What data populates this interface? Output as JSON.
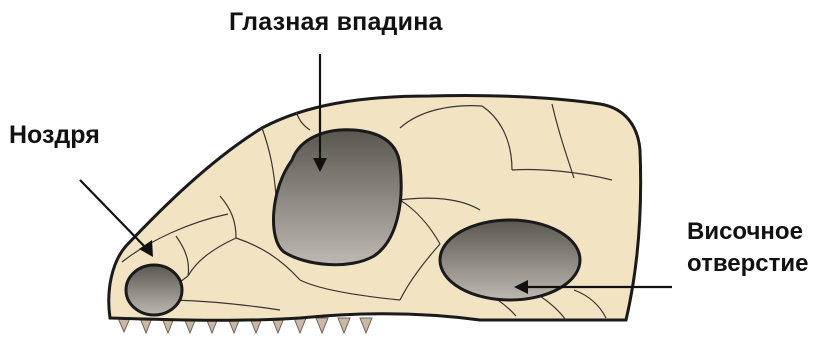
{
  "labels": {
    "orbit": "Глазная впадина",
    "nostril": "Ноздря",
    "temporal_line1": "Височное",
    "temporal_line2": "отверстие"
  },
  "colors": {
    "bone": "#F2E3C3",
    "outline": "#1a1a1a",
    "suture": "#3a3530",
    "opening_dark": "#5a5650",
    "opening_light": "#bdb9b2",
    "tooth": "#c9b8a6"
  }
}
